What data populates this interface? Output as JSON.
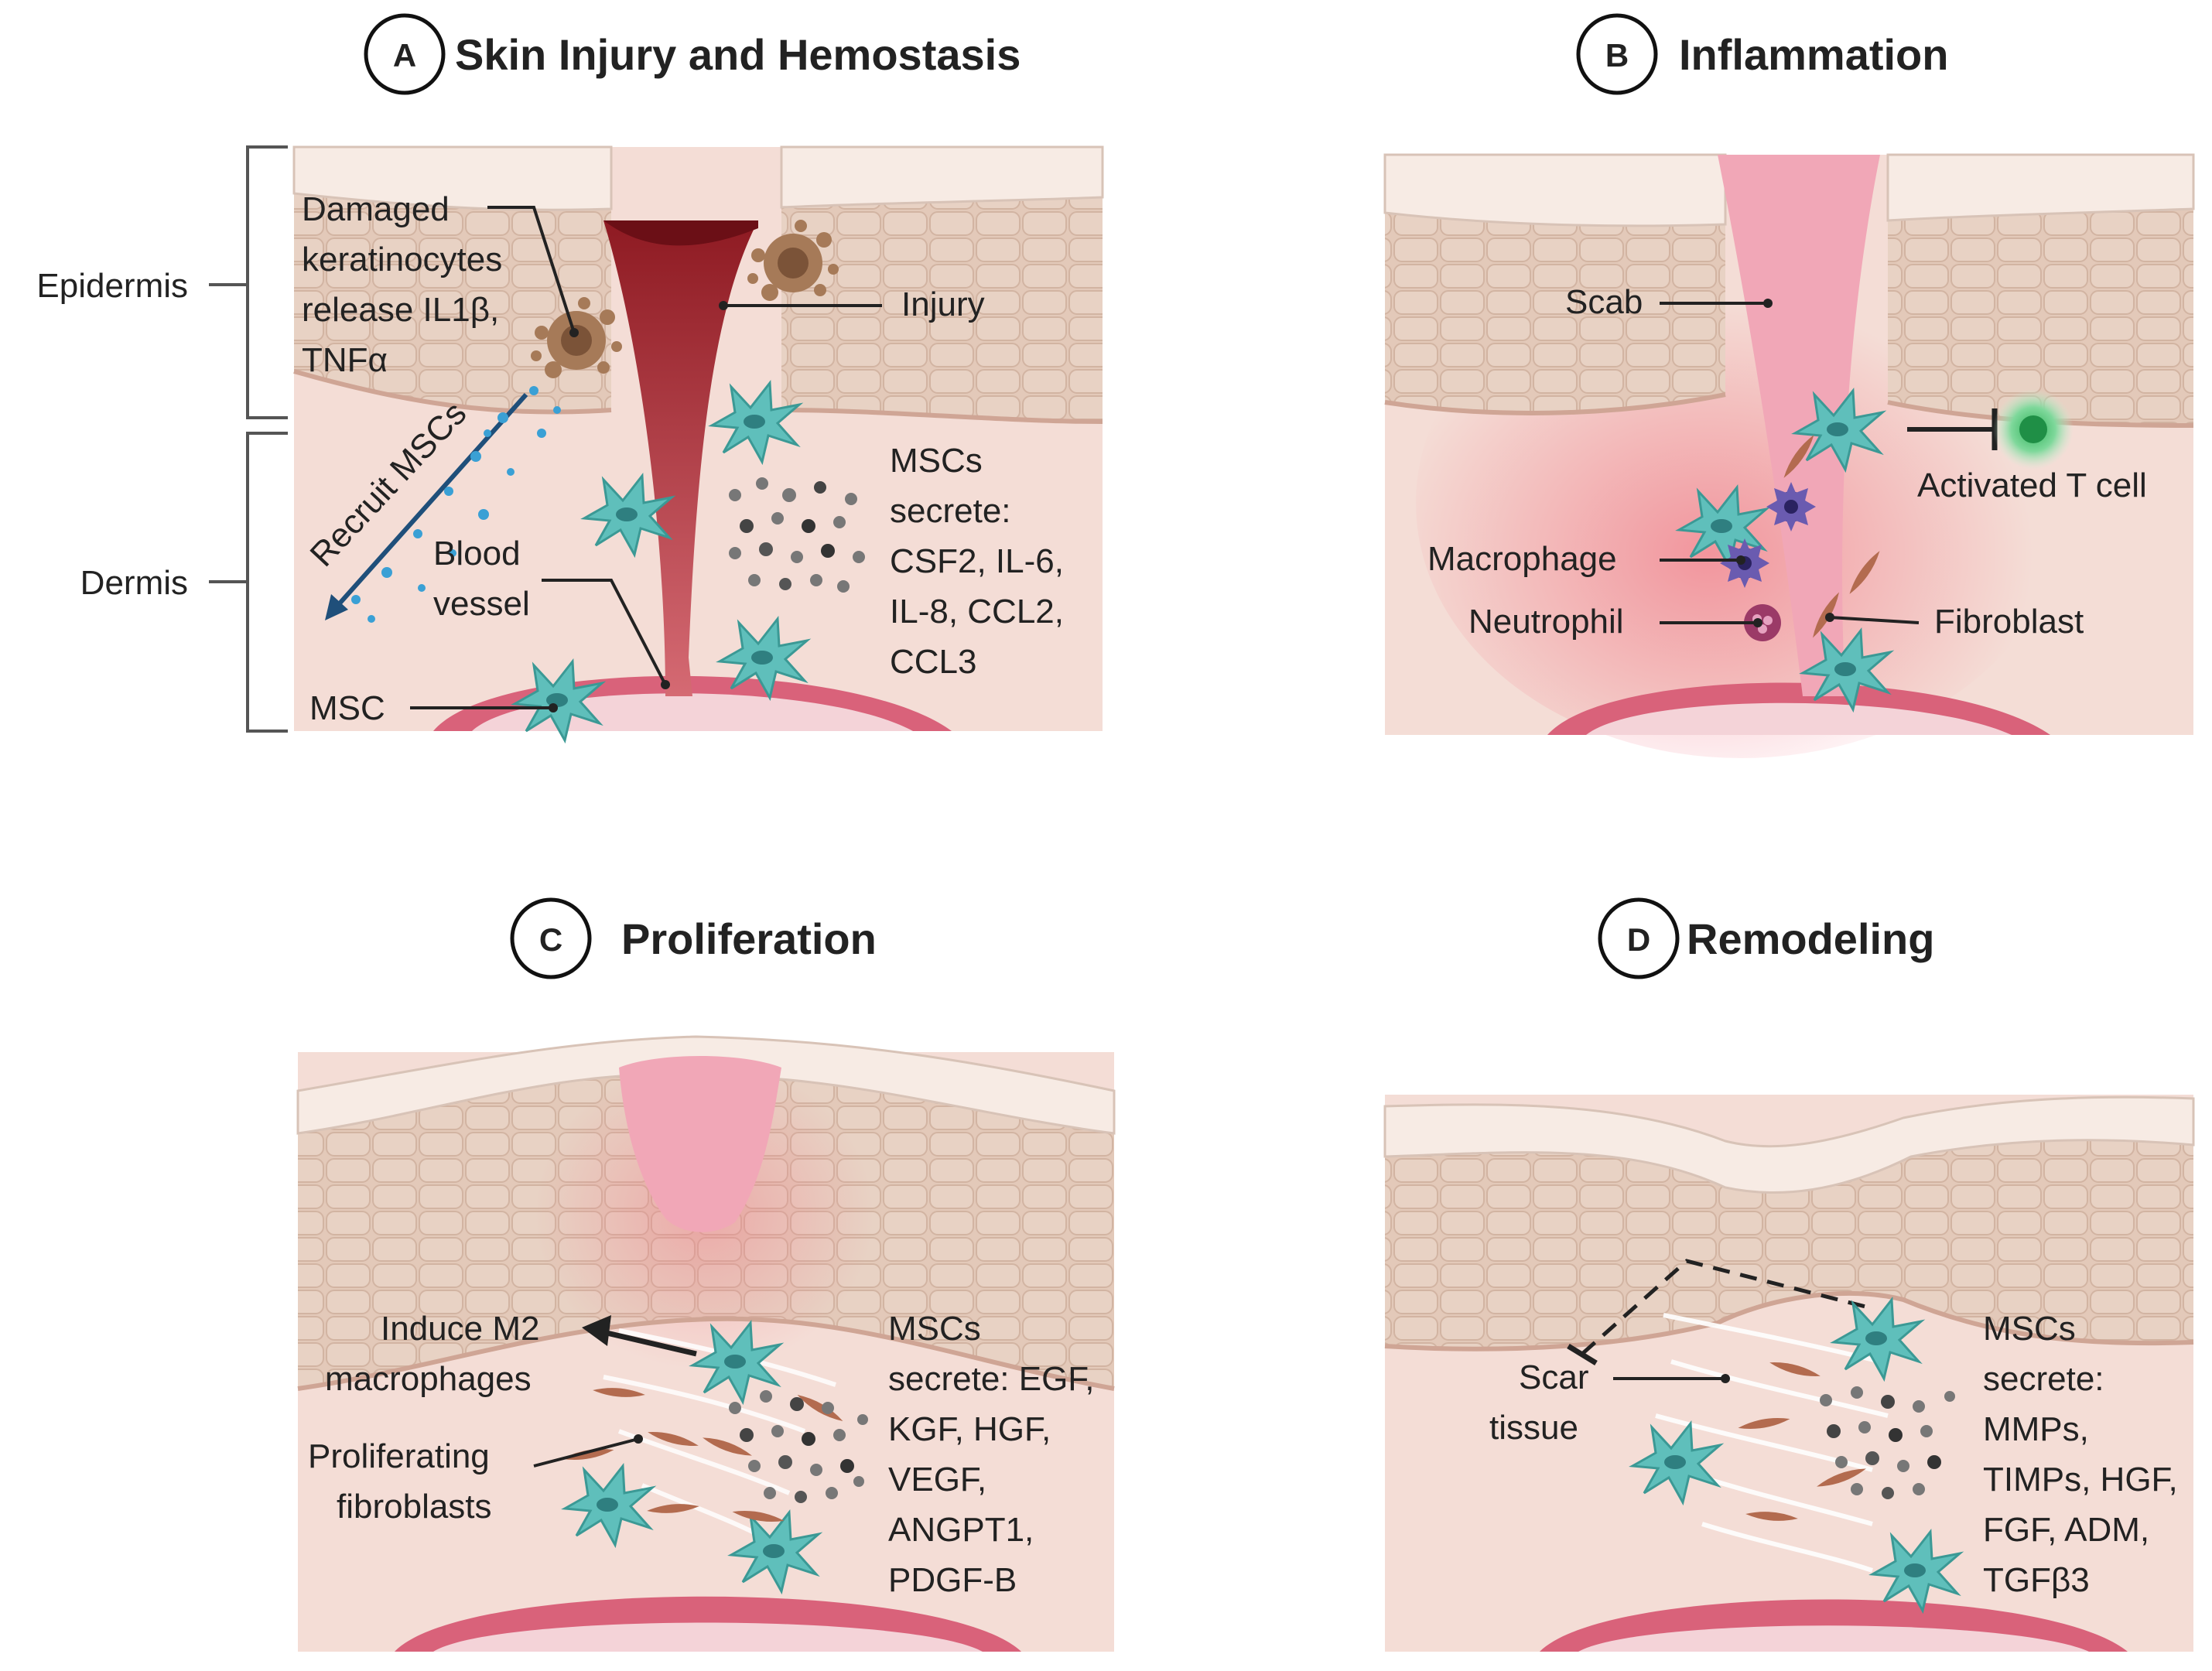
{
  "panels": {
    "A": {
      "letter": "A",
      "title": "Skin Injury and Hemostasis",
      "epidermis": "Epidermis",
      "dermis": "Dermis",
      "damaged": [
        "Damaged",
        "keratinocytes",
        "release IL1β,",
        "TNFα"
      ],
      "injury": "Injury",
      "recruit": "Recruit MSCs",
      "blood_vessel": [
        "Blood",
        "vessel"
      ],
      "msc": "MSC",
      "secrete": [
        "MSCs",
        "secrete:",
        "CSF2, IL-6,",
        "IL-8, CCL2,",
        "CCL3"
      ]
    },
    "B": {
      "letter": "B",
      "title": "Inflammation",
      "scab": "Scab",
      "tcell": "Activated T cell",
      "macrophage": "Macrophage",
      "neutrophil": "Neutrophil",
      "fibroblast": "Fibroblast"
    },
    "C": {
      "letter": "C",
      "title": "Proliferation",
      "induce": [
        "Induce M2",
        "macrophages"
      ],
      "prolif": [
        "Proliferating",
        "fibroblasts"
      ],
      "secrete": [
        "MSCs",
        "secrete: EGF,",
        "KGF, HGF,",
        "VEGF,",
        "ANGPT1,",
        "PDGF-B"
      ]
    },
    "D": {
      "letter": "D",
      "title": "Remodeling",
      "scar": [
        "Scar",
        "tissue"
      ],
      "secrete": [
        "MSCs",
        "secrete:",
        "MMPs,",
        "TIMPs, HGF,",
        "FGF, ADM,",
        "TGFβ3"
      ]
    }
  },
  "colors": {
    "dermis": "#f4ddd6",
    "epidermis": "#e3c9b9",
    "stratum": "#f7ebe4",
    "blood": "#d9627a",
    "injury": "#8e1a22",
    "scab": "#f1a7b7",
    "msc": "#5fbfbb",
    "tcell": "#2eb35a",
    "neutrophil": "#9b3a67",
    "macrophage": "#4b3f8f"
  },
  "icons": [
    "msc-cell-icon",
    "macrophage-icon",
    "neutrophil-icon",
    "t-cell-icon",
    "fibroblast-icon",
    "keratinocyte-icon"
  ]
}
